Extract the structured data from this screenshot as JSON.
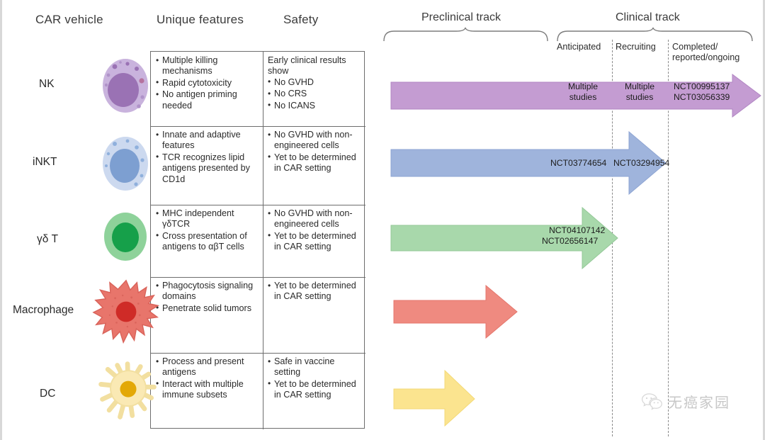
{
  "headers": {
    "car_vehicle": "CAR vehicle",
    "unique_features": "Unique features",
    "safety": "Safety",
    "preclinical_track": "Preclinical track",
    "clinical_track": "Clinical track"
  },
  "phases": {
    "anticipated": "Anticipated",
    "recruiting": "Recruiting",
    "completed_line1": "Completed/",
    "completed_line2": "reported/ongoing"
  },
  "rows": [
    {
      "label": "NK",
      "icon": "nk-cell-icon",
      "color": "#b08ec4",
      "features": [
        "Multiple killing mechanisms",
        "Rapid cytotoxicity",
        "No antigen priming needed"
      ],
      "safety_intro": "Early clinical results show",
      "safety": [
        "No GVHD",
        "No CRS",
        "No ICANS"
      ],
      "anticipated": "Multiple studies",
      "recruiting": "Multiple studies",
      "completed": [
        "NCT00995137",
        "NCT03056339"
      ]
    },
    {
      "label": "iNKT",
      "icon": "inkt-cell-icon",
      "color": "#a8bade",
      "features": [
        "Innate and adaptive features",
        "TCR recognizes lipid antigens presented by CD1d"
      ],
      "safety_intro": "",
      "safety": [
        "No GVHD with non-engineered cells",
        "Yet to be determined in CAR setting"
      ],
      "anticipated": "NCT03774654",
      "recruiting": "NCT03294954",
      "completed": []
    },
    {
      "label": "γδ T",
      "icon": "gdt-cell-icon",
      "color": "#a5d6a7",
      "features": [
        "MHC independent γδTCR",
        "Cross presentation of antigens to αβT cells"
      ],
      "safety_intro": "",
      "safety": [
        "No GVHD with non-engineered cells",
        "Yet to be determined in CAR setting"
      ],
      "anticipated": "NCT04107142\nNCT02656147",
      "recruiting": "",
      "completed": []
    },
    {
      "label": "Macrophage",
      "icon": "macrophage-cell-icon",
      "color": "#ef8a80",
      "features": [
        "Phagocytosis signaling domains",
        "Penetrate solid tumors"
      ],
      "safety_intro": "",
      "safety": [
        "Yet to be determined in CAR setting"
      ],
      "anticipated": "",
      "recruiting": "",
      "completed": []
    },
    {
      "label": "DC",
      "icon": "dc-cell-icon",
      "color": "#fbe6a2",
      "features": [
        "Process and present antigens",
        "Interact with multiple immune subsets"
      ],
      "safety_intro": "",
      "safety": [
        "Safe in vaccine setting",
        "Yet to be determined in CAR setting"
      ],
      "anticipated": "",
      "recruiting": "",
      "completed": []
    }
  ],
  "arrow_labels": {
    "nk_anticipated_l1": "Multiple",
    "nk_anticipated_l2": "studies",
    "nk_recruiting_l1": "Multiple",
    "nk_recruiting_l2": "studies",
    "nk_completed_l1": "NCT00995137",
    "nk_completed_l2": "NCT03056339",
    "inkt_l1": "NCT03774654",
    "inkt_l2": "NCT03294954",
    "gdt_l1": "NCT04107142",
    "gdt_l2": "NCT02656147"
  },
  "watermark": {
    "text": "无癌家园",
    "icon": "wechat-icon"
  }
}
